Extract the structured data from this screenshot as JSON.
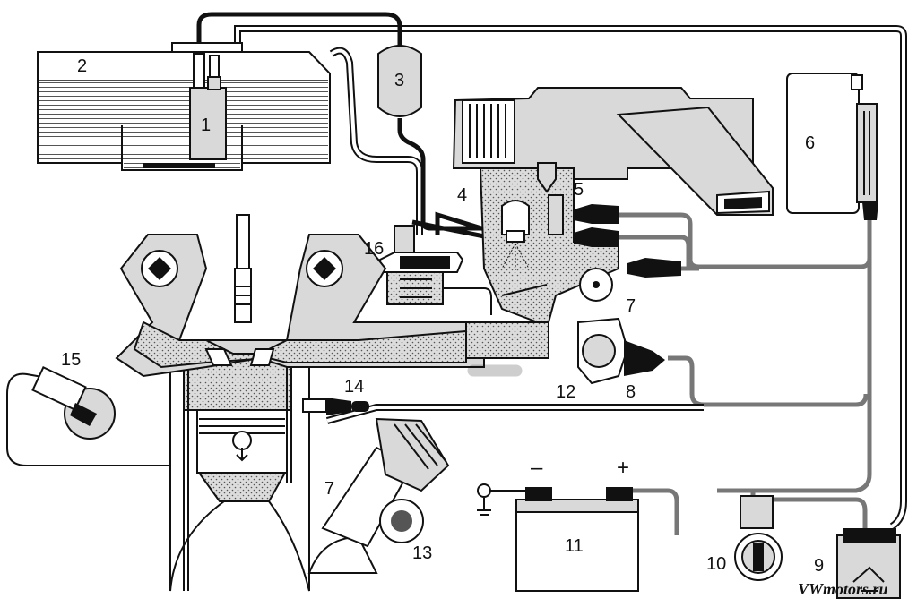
{
  "labels": {
    "l1": "1",
    "l2": "2",
    "l3": "3",
    "l4": "4",
    "l5": "5",
    "l6": "6",
    "l7a": "7",
    "l7b": "7",
    "l8": "8",
    "l9": "9",
    "l10": "10",
    "l11": "11",
    "l12": "12",
    "l13": "13",
    "l14": "14",
    "l15": "15",
    "l16": "16"
  },
  "battery": {
    "minus": "–",
    "plus": "+"
  },
  "watermark": "VWmotors.ru"
}
